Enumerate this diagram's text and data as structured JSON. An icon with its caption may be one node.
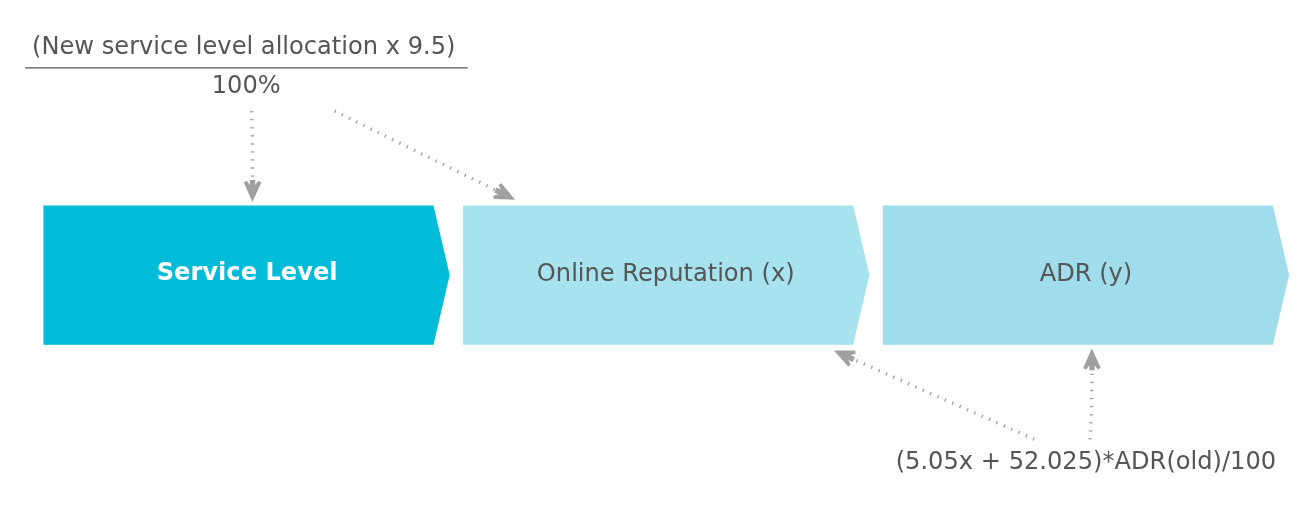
{
  "diagram": {
    "nodes": [
      {
        "text": [
          "Service Level"
        ]
      },
      {
        "text": [
          "Online Reputation (x)"
        ]
      },
      {
        "text": [
          "ADR (y)"
        ]
      },
      {
        "text": [
          "(New service level allocation x 9.5)",
          "100%"
        ]
      },
      {
        "text": [
          "(5.05x + 52.025)*ADR(old)/100"
        ]
      }
    ],
    "edges": [
      {
        "from": 3,
        "to": 0,
        "arrow": "to",
        "style": "dashed"
      },
      {
        "from": 3,
        "to": 1,
        "arrow": "to",
        "style": "dashed"
      },
      {
        "from": 4,
        "to": 1,
        "arrow": "to",
        "style": "dashed"
      },
      {
        "from": 4,
        "to": 2,
        "arrow": "to",
        "style": "dashed"
      }
    ]
  }
}
